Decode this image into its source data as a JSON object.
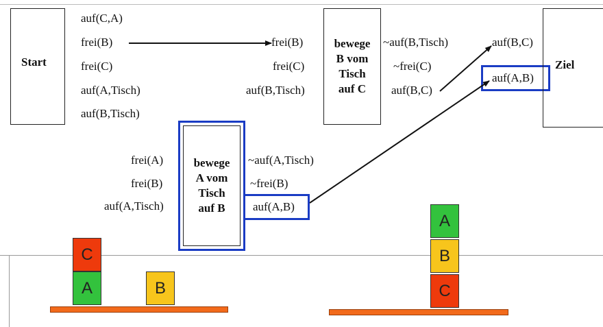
{
  "colors": {
    "highlight": "#1a3cc4",
    "block_red": "#ee3a0c",
    "block_green": "#33c23d",
    "block_yellow": "#f7c51c",
    "table": "#f26a1b"
  },
  "start": {
    "label": "Start",
    "facts": [
      "auf(C,A)",
      "frei(B)",
      "frei(C)",
      "auf(A,Tisch)",
      "auf(B,Tisch)"
    ]
  },
  "goal": {
    "label": "Ziel"
  },
  "op1": {
    "lines": [
      "bewege",
      "B vom",
      "Tisch",
      "auf C"
    ],
    "pre": [
      "frei(B)",
      "frei(C)",
      "auf(B,Tisch)"
    ],
    "eff": [
      "~auf(B,Tisch)",
      "~frei(C)",
      "auf(B,C)"
    ]
  },
  "op2": {
    "lines": [
      "bewege",
      "A vom",
      "Tisch",
      "auf B"
    ],
    "pre": [
      "frei(A)",
      "frei(B)",
      "auf(A,Tisch)"
    ],
    "eff": [
      "~auf(A,Tisch)",
      "~frei(B)",
      "auf(A,B)"
    ]
  },
  "goal_facts": [
    "auf(B,C)",
    "auf(A,B)"
  ],
  "initial_state": {
    "stack": [
      "C",
      "A"
    ],
    "single": "B"
  },
  "goal_state": {
    "stack": [
      "A",
      "B",
      "C"
    ]
  }
}
